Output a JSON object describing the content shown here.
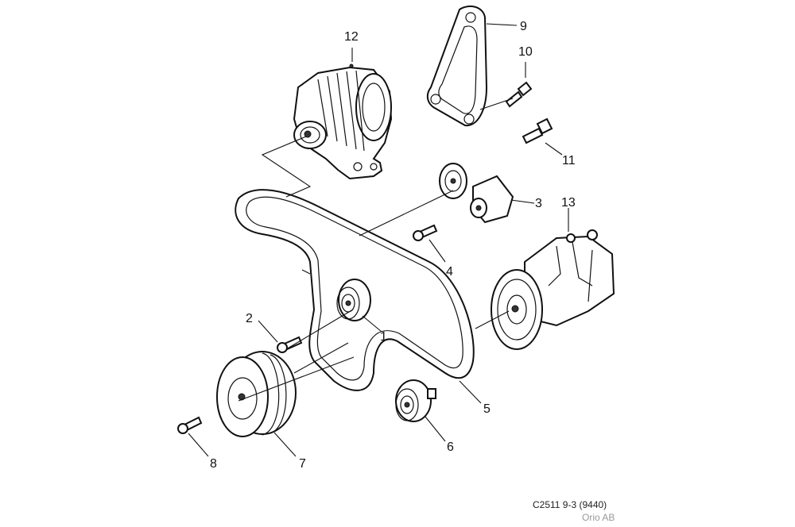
{
  "callouts": [
    "1",
    "2",
    "3",
    "4",
    "5",
    "6",
    "7",
    "8",
    "9",
    "10",
    "11",
    "12",
    "13"
  ],
  "footer": {
    "code": "C2511 9-3 (9440)",
    "owner": "Orio AB"
  }
}
